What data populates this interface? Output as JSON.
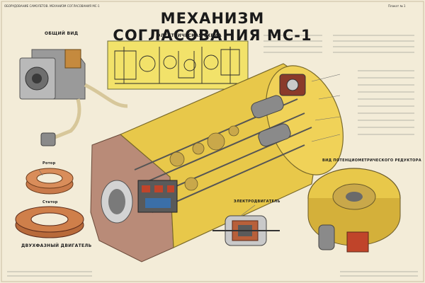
{
  "poster": {
    "title": "МЕХАНИЗМ СОГЛАСОВАНИЯ МС-1",
    "top_left_note": "ОБОРУДОВАНИЕ САМОЛЕТОВ. МЕХАНИЗМ СОГЛАСОВАНИЯ МС-1",
    "top_right_note": "Плакат № 1",
    "labels": {
      "general_view": "ОБЩИЙ ВИД",
      "electrical_scheme": "ЭЛЕКТРИЧЕСКАЯ СХЕМА",
      "potentiometer_assembly": "ВИД ПОТЕНЦИОМЕТРИЧЕСКОГО РЕДУКТОРА",
      "motor_cutaway": "ЭЛЕКТРОДВИГАТЕЛЬ",
      "coil_upper": "Ротор",
      "coil_lower": "Статор",
      "bottom_caption": "ДВУХФАЗНЫЙ ДВИГАТЕЛЬ"
    },
    "colors": {
      "background": "#f3ecd8",
      "housing_yellow": "#e8c84a",
      "copper": "#b8603a",
      "steel": "#8e8e8e",
      "title": "#1a1a1a"
    }
  }
}
